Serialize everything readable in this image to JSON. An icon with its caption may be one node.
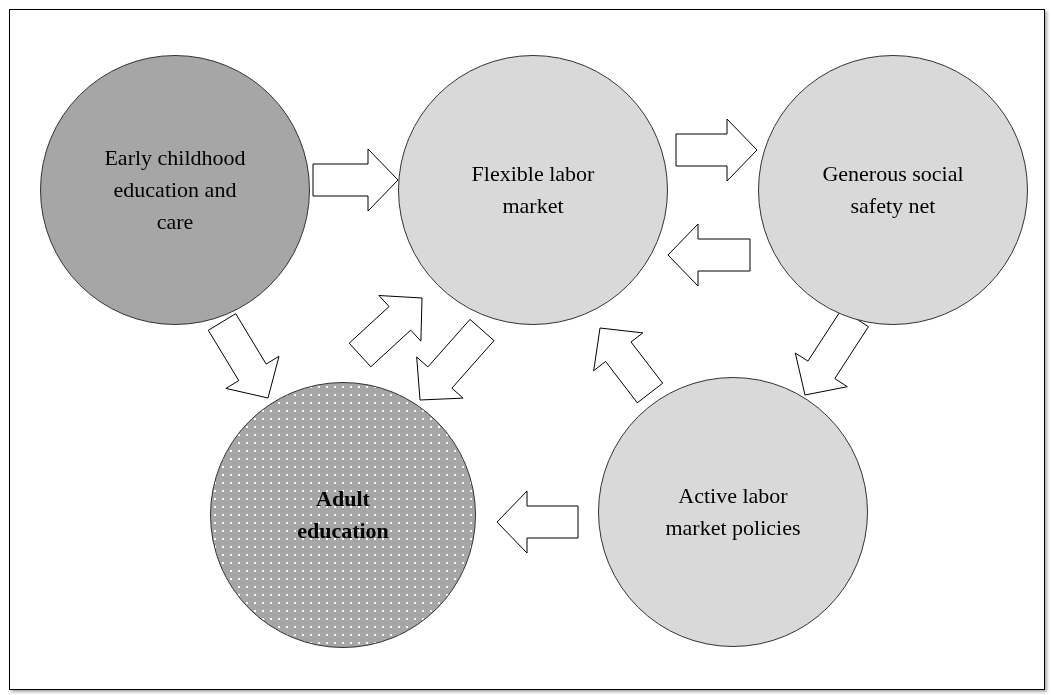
{
  "diagram": {
    "nodes": [
      {
        "text": [
          "Early childhood education and care"
        ]
      },
      {
        "text": [
          "Flexible labor market"
        ]
      },
      {
        "text": [
          "Generous social safety net"
        ]
      },
      {
        "text": [
          "Adult education"
        ]
      },
      {
        "text": [
          "Active labor market policies"
        ]
      }
    ],
    "edges": [
      {
        "from": 0,
        "to": 1,
        "arrow": "to"
      },
      {
        "from": 1,
        "to": 2,
        "arrow": "to"
      },
      {
        "from": 2,
        "to": 1,
        "arrow": "to"
      },
      {
        "from": 0,
        "to": 3,
        "arrow": "to"
      },
      {
        "from": 3,
        "to": 1,
        "arrow": "to"
      },
      {
        "from": 1,
        "to": 3,
        "arrow": "to"
      },
      {
        "from": 4,
        "to": 1,
        "arrow": "to"
      },
      {
        "from": 2,
        "to": 4,
        "arrow": "to"
      },
      {
        "from": 4,
        "to": 3,
        "arrow": "to"
      }
    ]
  }
}
